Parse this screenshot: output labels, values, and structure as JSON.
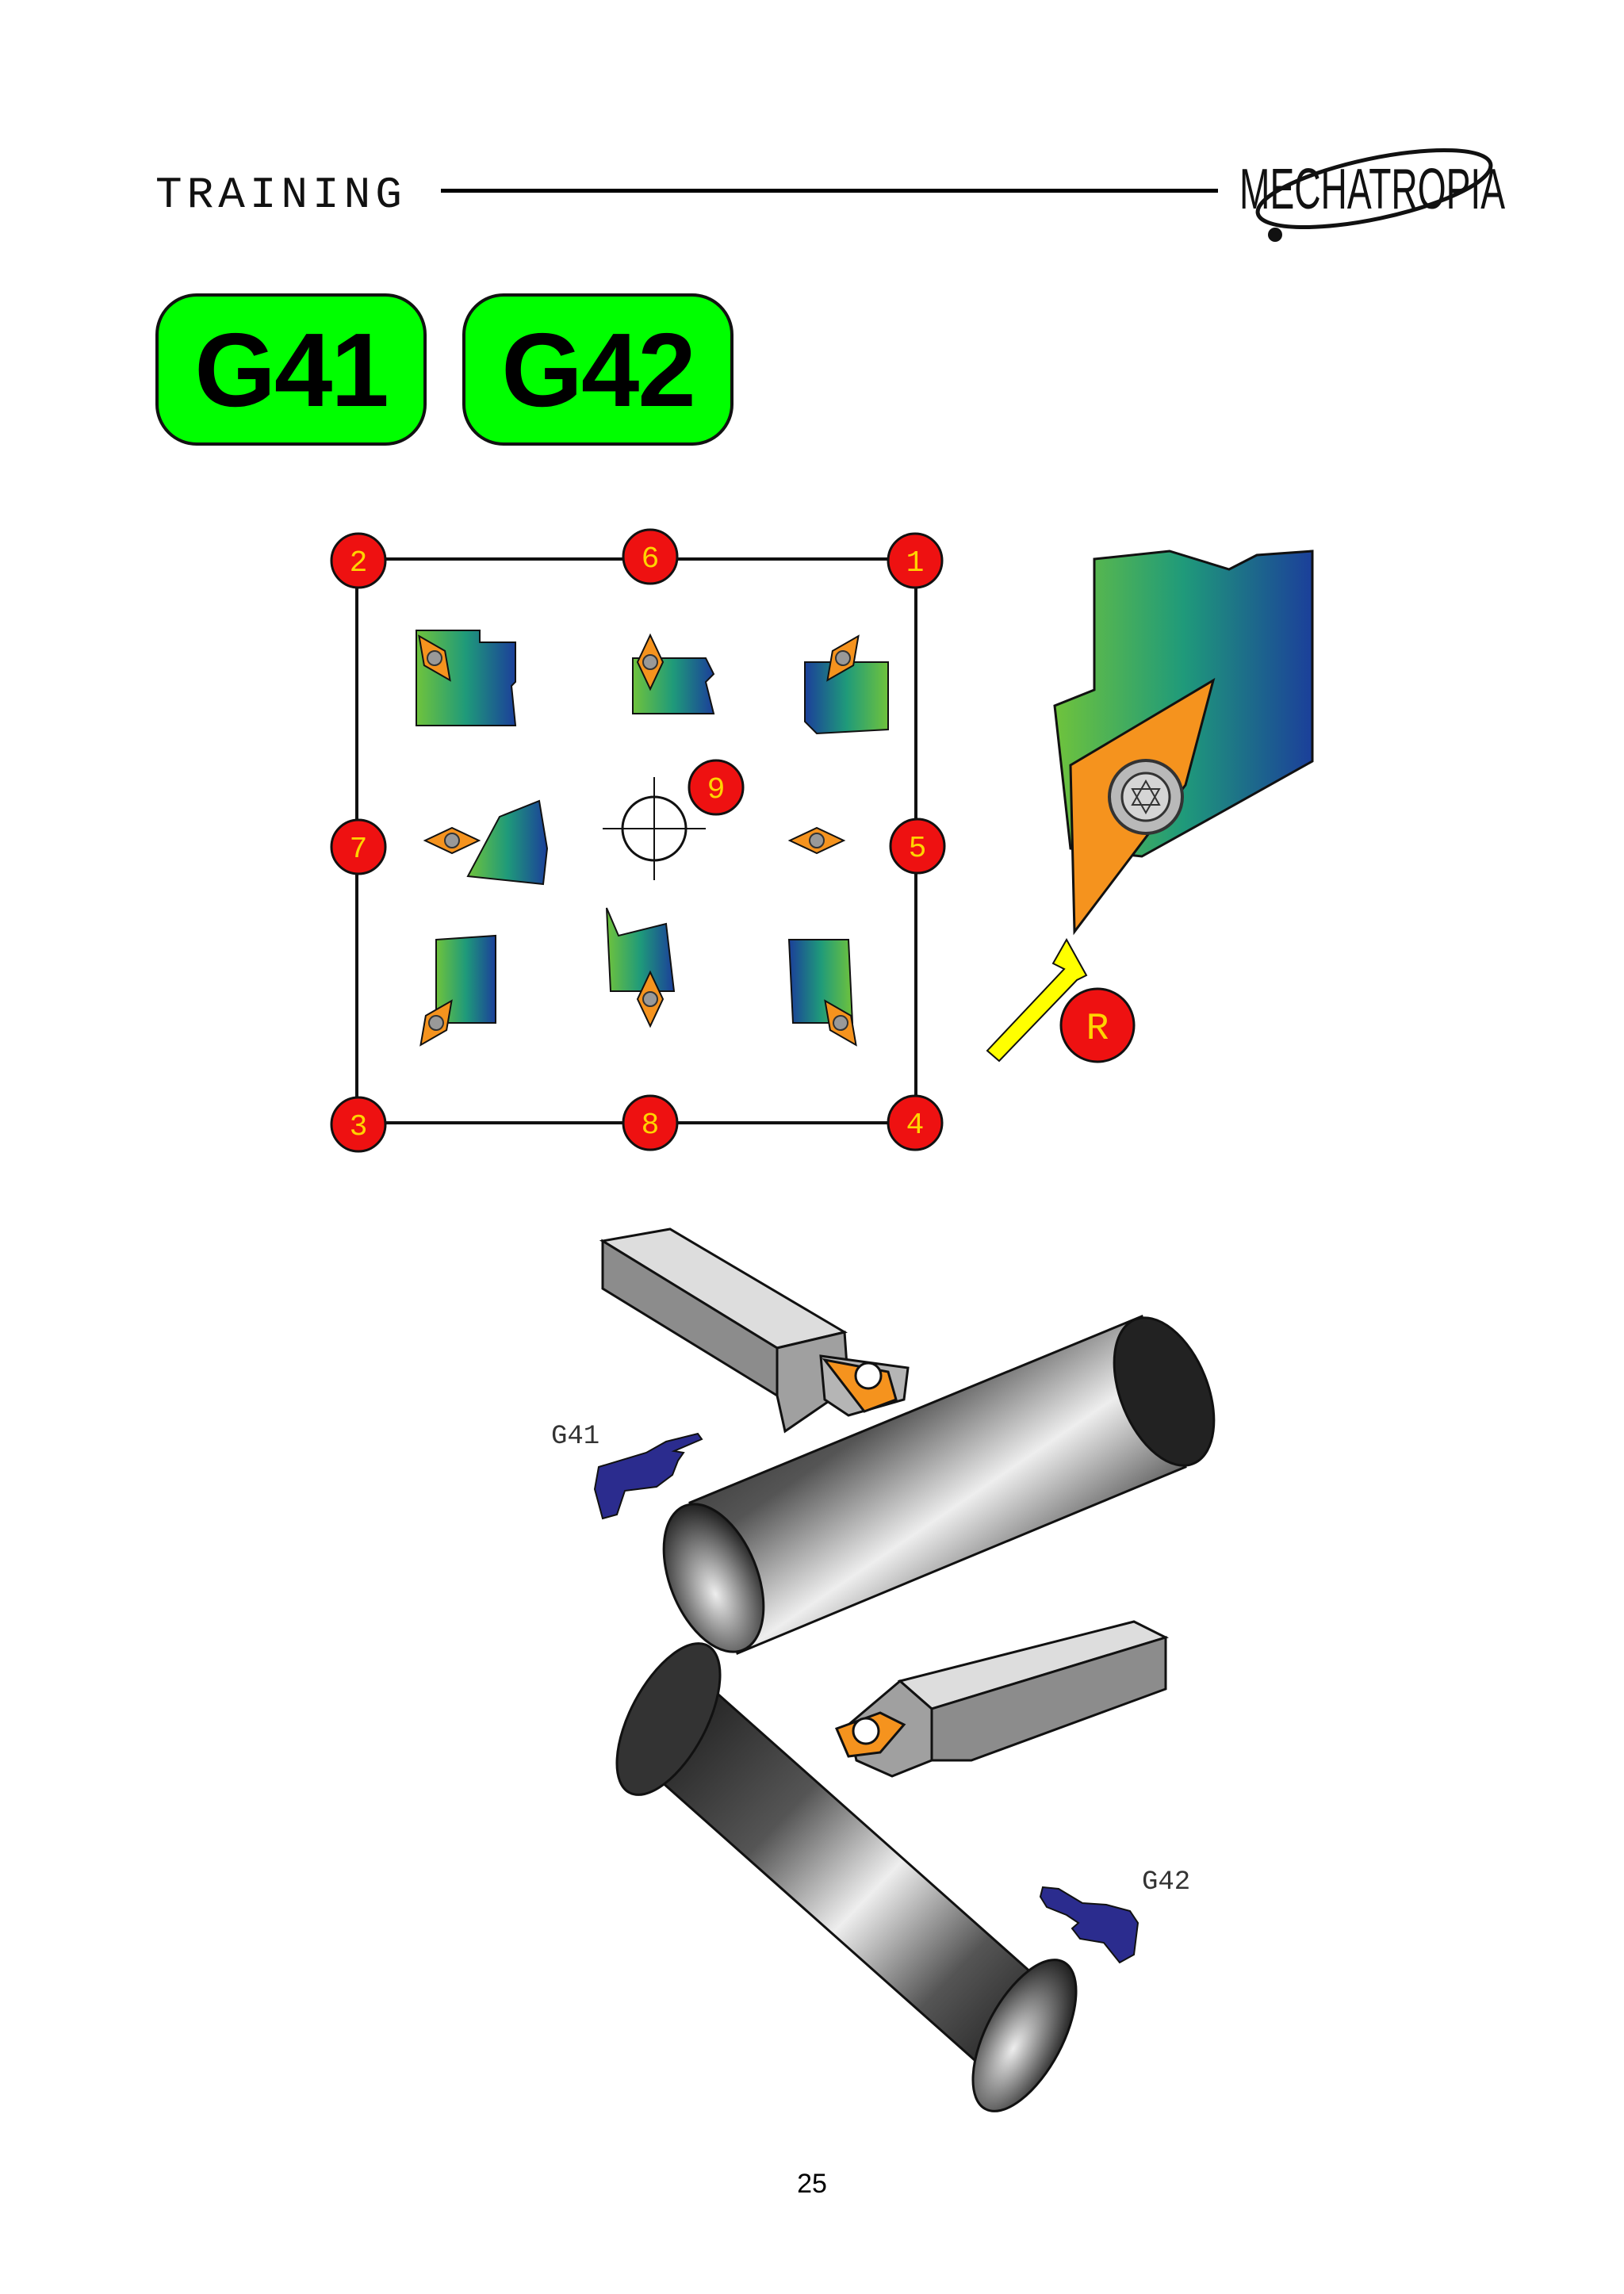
{
  "header": {
    "title": "TRAINING",
    "logo_text": "MECHATROPIA"
  },
  "codes": [
    {
      "label": "G41"
    },
    {
      "label": "G42"
    }
  ],
  "colors": {
    "pill_fill": "#00ff00",
    "marker_red": "#ee1111",
    "marker_text": "#ffd400",
    "insert_orange": "#f5931e",
    "arrow_yellow": "#ffff00",
    "hand_blue": "#2b2c8e"
  },
  "diagram": {
    "corner_markers": [
      "2",
      "6",
      "1",
      "7",
      "9",
      "5",
      "3",
      "8",
      "4"
    ],
    "radius_marker": "R"
  },
  "lathe": {
    "left_label": "G41",
    "right_label": "G42"
  },
  "footer": {
    "page_number": "25"
  }
}
